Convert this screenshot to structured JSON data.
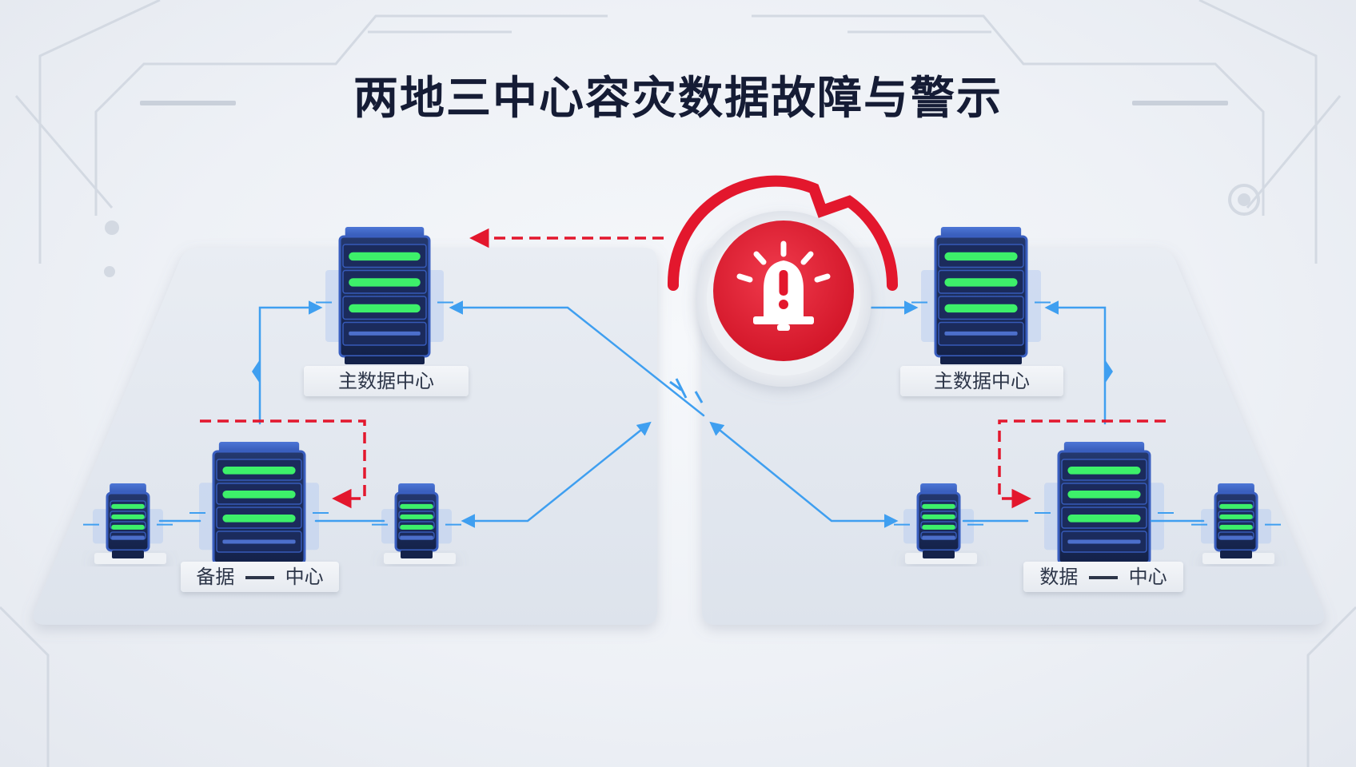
{
  "title": "两地三中心容灾数据故障与警示",
  "labels": {
    "left_primary": "主数据中心",
    "left_backup": "备据",
    "left_backup_suffix": "中心",
    "right_primary": "主数据中心",
    "right_backup": "数据",
    "right_backup_suffix": "中心"
  },
  "icons": {
    "alarm": "alarm-bell-icon",
    "server": "server-rack-icon"
  },
  "colors": {
    "alert_red": "#e3172d",
    "link_blue": "#3f9ff0",
    "server_blue": "#2c4ea8",
    "status_green": "#3df06a",
    "title": "#151c35"
  }
}
